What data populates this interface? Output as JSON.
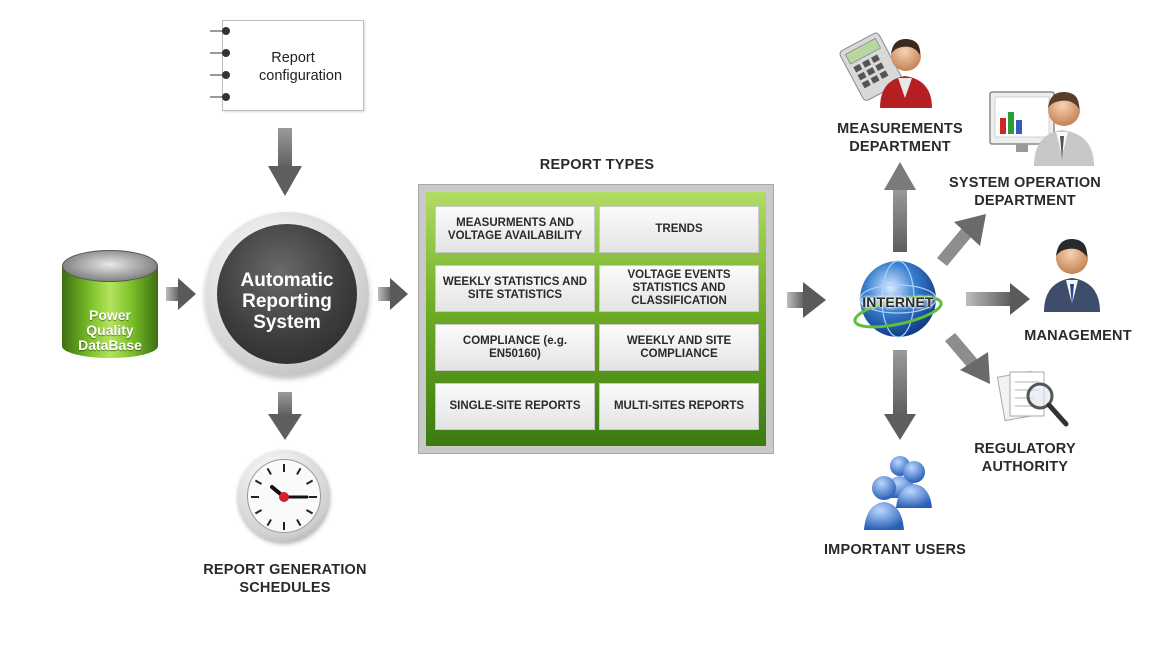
{
  "report_config": {
    "label": "Report configuration"
  },
  "database": {
    "label": "Power Quality DataBase"
  },
  "ars": {
    "line1": "Automatic",
    "line2": "Reporting",
    "line3": "System"
  },
  "schedules": {
    "line1": "REPORT GENERATION",
    "line2": "SCHEDULES"
  },
  "report_types": {
    "title": "REPORT TYPES",
    "items": [
      "MEASURMENTS AND VOLTAGE AVAILABILITY",
      "TRENDS",
      "WEEKLY STATISTICS AND SITE STATISTICS",
      "VOLTAGE EVENTS STATISTICS AND CLASSIFICATION",
      "COMPLIANCE (e.g. EN50160)",
      "WEEKLY AND SITE COMPLIANCE",
      "SINGLE-SITE REPORTS",
      "MULTI-SITES REPORTS"
    ]
  },
  "internet": {
    "label": "INTERNET"
  },
  "recipients": {
    "measurements": {
      "line1": "MEASUREMENTS",
      "line2": "DEPARTMENT"
    },
    "system_operation": {
      "line1": "SYSTEM OPERATION",
      "line2": "DEPARTMENT"
    },
    "management": {
      "line1": "MANAGEMENT"
    },
    "regulatory": {
      "line1": "REGULATORY",
      "line2": "AUTHORITY"
    },
    "important_users": {
      "line1": "IMPORTANT USERS"
    }
  },
  "colors": {
    "green_dark": "#3b7a10",
    "green_light": "#b1dc64",
    "arrow_gray": "#7a7a7a"
  }
}
